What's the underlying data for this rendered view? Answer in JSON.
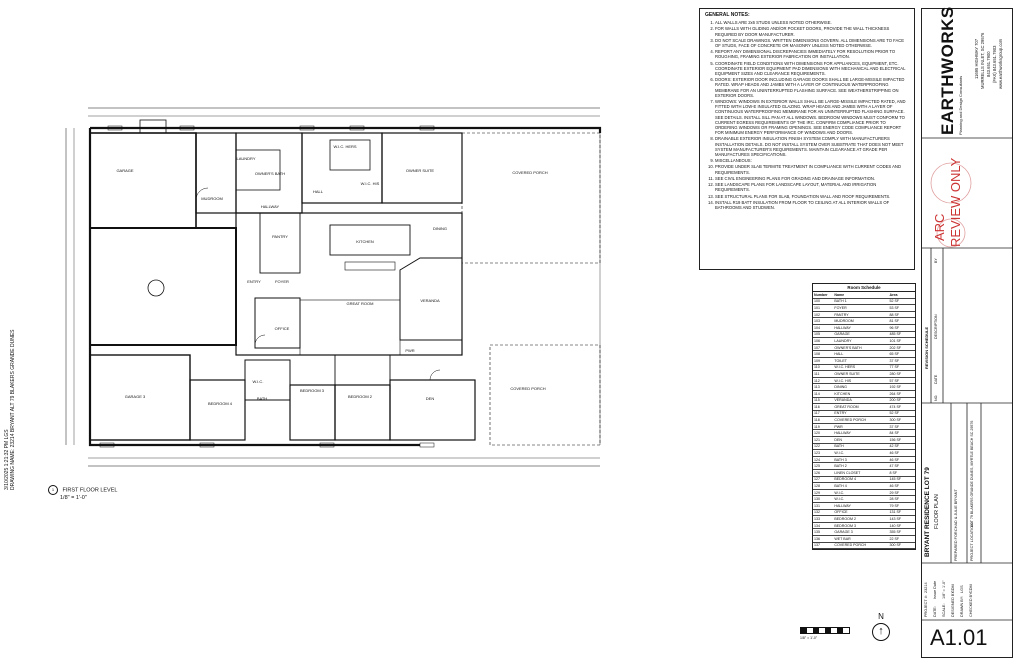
{
  "notes": {
    "title": "GENERAL NOTES:",
    "items": [
      "ALL WALLS ARE 2x6 STUDS UNLESS NOTED OTHERWISE.",
      "FOR WALLS WITH GLIDING AND/OR POCKET DOORS, PROVIDE THE WALL THICKNESS REQUIRED BY DOOR MANUFACTURER.",
      "DO NOT SCALE DRAWINGS. WRITTEN DIMENSIONS GOVERN. ALL DIMENSIONS ARE TO FACE OF STUDS, FACE OF CONCRETE OR MASONRY UNLESS NOTED OTHERWISE.",
      "REPORT ANY DIMENSIONAL DISCREPANCIES IMMEDIATELY FOR RESOLUTION PRIOR TO ROUGHING, FRAMING EXTERIOR FABRICATION OR INSTALLATION.",
      "COORDINATE FIELD CONDITIONS WITH DIMENSIONS FOR APPLIANCES, EQUIPMENT, ETC. COORDINATE EXTERIOR EQUIPMENT PAD DIMENSIONS WITH MECHANICAL AND ELECTRICAL EQUIPMENT SIZES AND CLEARANCE REQUIREMENTS.",
      "DOORS: EXTERIOR DOOR INCLUDING GARAGE DOORS SHALL BE LARGE-MISSILE IMPACTED RATED. WRAP HEADS AND JAMBS WITH A LAYER OF CONTINUOUS WATERPROOFING MEMBRANE FOR AN UNINTERRUPTED FLASHING SURFACE. SEE WEATHERSTRIPPING ON EXTERIOR DOORS.",
      "WINDOWS: WINDOWS IN EXTERIOR WALLS SHALL BE LARGE-MISSILE IMPACTED RATED, AND FITTED WITH LOW-E INSULATED GLAZING. WRAP HEADS AND JAMBS WITH A LAYER OF CONTINUOUS WATERPROOFING MEMBRANE FOR AN UNINTERRUPTED FLASHING SURFACE. SEE DETAILS. INSTALL SILL PAN AT ALL WINDOWS. BEDROOM WINDOWS MUST CONFORM TO CURRENT EGRESS REQUIREMENTS OF THE IRC. CONFIRM COMPLIANCE PRIOR TO ORDERING WINDOWS OR FRAMING OPENINGS. SEE ENERGY CODE COMPLIANCE REPORT FOR MINIMUM ENERGY PERFORMANCE OF WINDOWS AND DOORS.",
      "DRAINABLE EXTERIOR INSULATION FINISH SYSTEM COMPLY WITH MANUFACTURERS INSTALLATION DETAILS. DO NOT INSTALL SYSTEM OVER SUBSTRATE THAT DOES NOT MEET SYSTEM MANUFACTURER'S REQUIREMENTS. MAINTAIN CLEARANCE AT GRADE PER MANUFACTURES SPECIFICATIONS.",
      "MISCELLANEOUS:",
      "PROVIDE UNDER SLAB TERMITE TREATMENT IN COMPLIANCE WITH CURRENT CODES AND REQUIREMENTS.",
      "SEE CIVIL ENGINEERING PLANS FOR GRADING AND DRAINAGE INFORMATION.",
      "SEE LANDSCAPE PLANS FOR LANDSCAPE LAYOUT, MATERIAL AND IRRIGATION REQUIREMENTS.",
      "SEE STRUCTURAL PLANS FOR SLAB, FOUNDATION WALL AND ROOF REQUIREMENTS.",
      "INSTALL R19 BATT INSULATION FROM FLOOR TO CEILING AT ALL INTERIOR WALLS OF BATHROOMS AND STUDWEN."
    ]
  },
  "room_schedule": {
    "title": "Room Schedule",
    "headers": [
      "Number",
      "Name",
      "Area"
    ],
    "rows": [
      [
        "100",
        "BATH 1",
        "52 SF"
      ],
      [
        "101",
        "FOYER",
        "53 SF"
      ],
      [
        "102",
        "PANTRY",
        "88 SF"
      ],
      [
        "103",
        "MUDROOM",
        "81 SF"
      ],
      [
        "104",
        "HALLWAY",
        "96 SF"
      ],
      [
        "105",
        "GARAGE",
        "485 SF"
      ],
      [
        "106",
        "LAUNDRY",
        "101 SF"
      ],
      [
        "107",
        "OWNER'S BATH",
        "202 SF"
      ],
      [
        "108",
        "HALL",
        "65 SF"
      ],
      [
        "109",
        "TOILET",
        "37 SF"
      ],
      [
        "110",
        "W.I.C. HERS",
        "77 SF"
      ],
      [
        "111",
        "OWNER SUITE",
        "280 SF"
      ],
      [
        "112",
        "W.I.C. HIS",
        "57 SF"
      ],
      [
        "113",
        "DINING",
        "192 SF"
      ],
      [
        "114",
        "KITCHEN",
        "264 SF"
      ],
      [
        "115",
        "VERANDA",
        "200 SF"
      ],
      [
        "116",
        "GREAT ROOM",
        "474 SF"
      ],
      [
        "117",
        "ENTRY",
        "52 SF"
      ],
      [
        "118",
        "COVERED PORCH",
        "300 SF"
      ],
      [
        "119",
        "PWR",
        "37 SF"
      ],
      [
        "120",
        "HALLWAY",
        "84 SF"
      ],
      [
        "121",
        "DEN",
        "156 SF"
      ],
      [
        "122",
        "BATH",
        "42 SF"
      ],
      [
        "123",
        "W.I.C.",
        "46 SF"
      ],
      [
        "124",
        "BATH 3",
        "46 SF"
      ],
      [
        "125",
        "BATH 2",
        "47 SF"
      ],
      [
        "126",
        "LINEN CLOSET",
        "8 SF"
      ],
      [
        "127",
        "BEDROOM 4",
        "145 SF"
      ],
      [
        "128",
        "BATH 4",
        "46 SF"
      ],
      [
        "129",
        "W.I.C.",
        "29 SF"
      ],
      [
        "130",
        "W.I.C.",
        "28 SF"
      ],
      [
        "131",
        "HALLWAY",
        "79 SF"
      ],
      [
        "132",
        "OFFICE",
        "131 SF"
      ],
      [
        "133",
        "BEDROOM 2",
        "143 SF"
      ],
      [
        "134",
        "BEDROOM 3",
        "140 SF"
      ],
      [
        "135",
        "GARAGE 3",
        "355 SF"
      ],
      [
        "136",
        "WET BAR",
        "22 SF"
      ],
      [
        "137",
        "COVERED PORCH",
        "300 SF"
      ]
    ]
  },
  "caption": {
    "title": "FIRST FLOOR LEVEL",
    "scale": "1/8\" = 1'-0\"",
    "marker": "1"
  },
  "plan_labels": {
    "garage": "GARAGE",
    "garage3": "GARAGE 3",
    "mudroom": "MUDROOM",
    "laundry": "LAUNDRY",
    "owners_bath": "OWNER'S BATH",
    "wic_hers": "W.I.C. HERS",
    "wic_his": "W.I.C. HIS",
    "hall": "HALL",
    "owner_suite": "OWNER SUITE",
    "covered_porch": "COVERED PORCH",
    "hallway": "HALLWAY",
    "pantry": "PANTRY",
    "kitchen": "KITCHEN",
    "dining": "DINING",
    "entry": "ENTRY",
    "foyer": "FOYER",
    "great_room": "GREAT ROOM",
    "veranda": "VERANDA",
    "office": "OFFICE",
    "wic": "W.I.C.",
    "bedroom2": "BEDROOM 2",
    "bedroom3": "BEDROOM 3",
    "bedroom4": "BEDROOM 4",
    "den": "DEN",
    "bath": "BATH",
    "pwr": "PWR",
    "covered_porch2": "COVERED PORCH"
  },
  "title_block": {
    "company": "EARTHWORKS",
    "company_sub": "Planning and Design Consultants",
    "address": "11695 HIGHWAY 707",
    "city": "MURRELLS INLET, SC 29576",
    "phone": "843.651.7900",
    "fax": "(FAX) 843.651.7903",
    "web": "www.earthworksgroup.com",
    "stamp_line1": "ARC",
    "stamp_line2": "REVIEW ONLY",
    "revision_title": "REVISION SCHEDULE",
    "rev_headers": [
      "NO.",
      "DATE",
      "DESCRIPTION",
      "BY"
    ],
    "project": "BRYANT RESIDENCE LOT 79",
    "sheet_title": "FLOOR PLAN",
    "prepared_for_label": "PREPARED FOR:",
    "prepared_for": "CHAD & JULIE BRYANT",
    "location_label": "PROJECT LOCATION:",
    "location": "LOT 79 BLAKERS GRANDE DUNES, MYRTLE BEACH SC 29576",
    "project_no_label": "PROJECT #:",
    "project_no": "23214",
    "date_label": "DATE:",
    "date": "Issue Date",
    "scale_label": "SCALE:",
    "scale": "1/8\" = 1'-0\"",
    "designed_label": "DESIGNED BY:",
    "designed": "CDM",
    "drawn_label": "DRAWN BY:",
    "drawn": "LGS",
    "checked_label": "CHECKED BY:",
    "checked": "CDM",
    "sheet_number": "A1.01"
  },
  "north_label": "N",
  "margin_text": [
    "3/10/2025 1:21:32 PM  LGS",
    "DRAWING NAME: 23214 BRYANT ALT 79 BLAKERS GRANDE DUNES"
  ]
}
